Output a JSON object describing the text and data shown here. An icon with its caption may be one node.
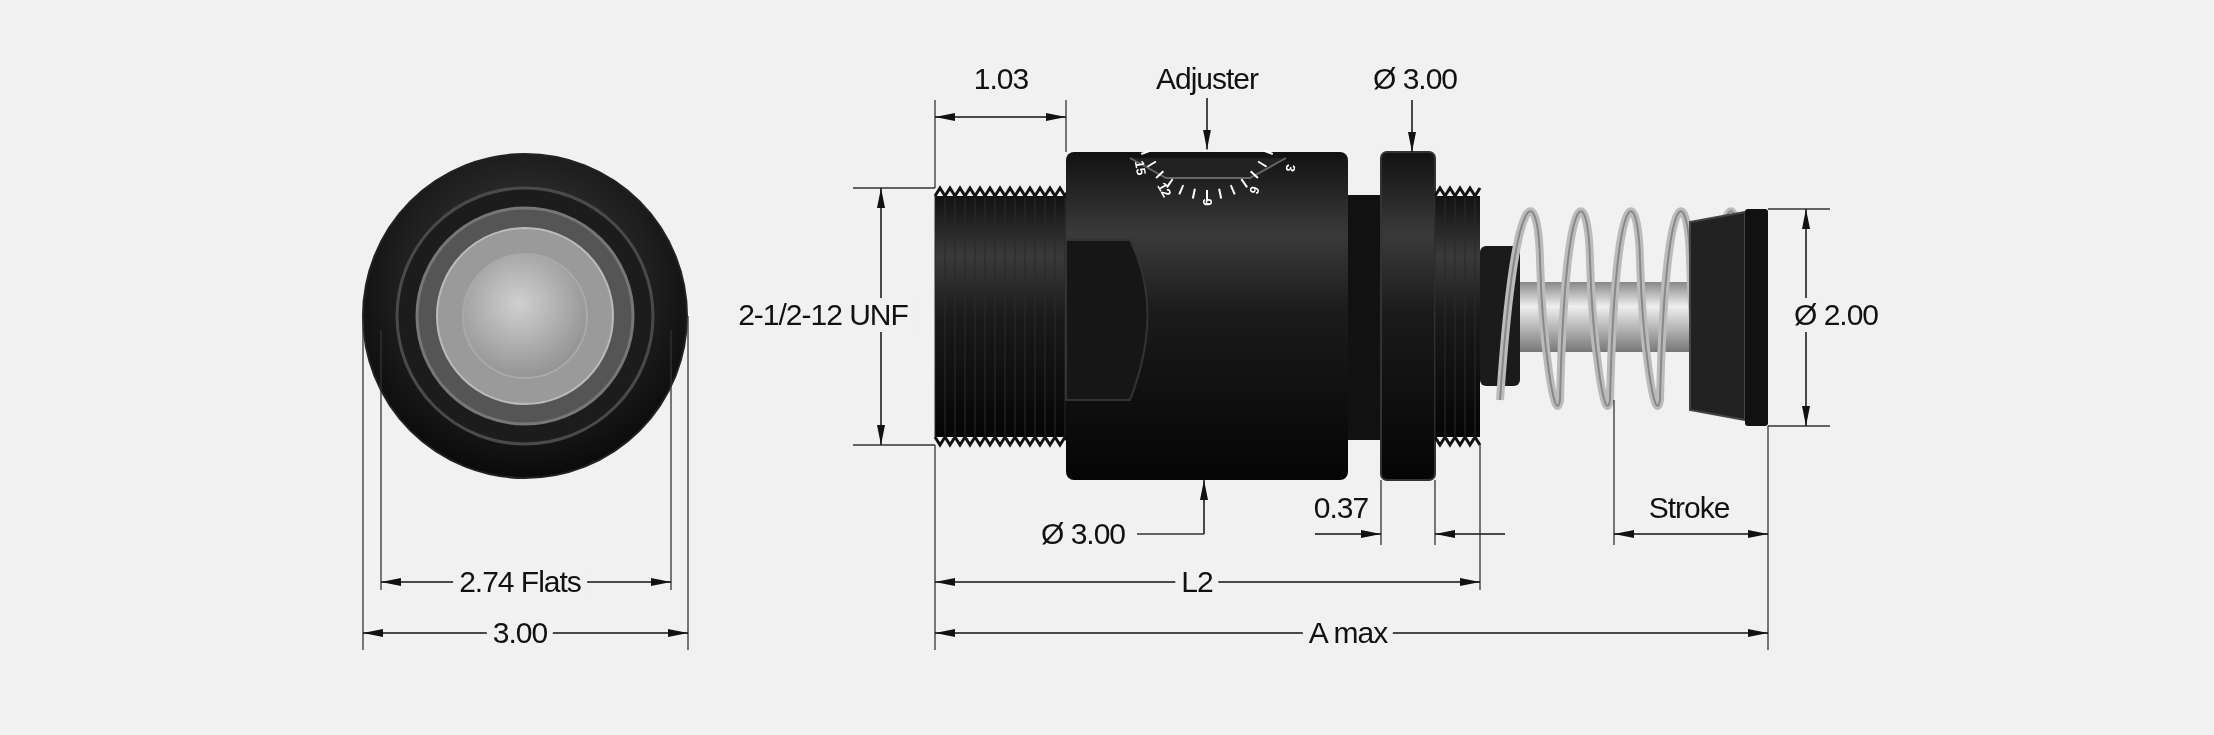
{
  "diagram": {
    "nodes": [
      {
        "text": [
          "Adjuster"
        ]
      },
      {
        "text": [],
        "shape": "picture"
      }
    ],
    "edges": [
      {
        "from": 0,
        "to": 1,
        "arrow": "to"
      }
    ],
    "labels": [
      "1.03",
      "Ø 3.00",
      "2-1/2-12 UNF",
      "Ø 2.00",
      "15",
      "12",
      "9",
      "6",
      "3",
      "Ø 3.00",
      "0.37",
      "Stroke",
      "2.74 Flats",
      "L2",
      "3.00",
      "A max"
    ]
  }
}
